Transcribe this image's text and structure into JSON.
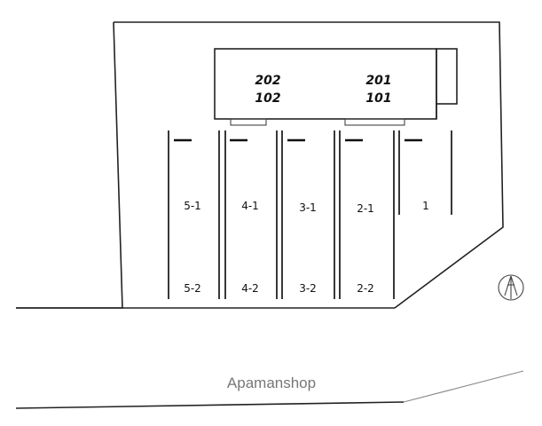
{
  "building": {
    "units": [
      {
        "id": "unit-201",
        "upper": "201",
        "lower": "101"
      },
      {
        "id": "unit-202",
        "upper": "202",
        "lower": "102"
      }
    ]
  },
  "parking": {
    "top_row": [
      "5-1",
      "4-1",
      "3-1",
      "2-1",
      "1"
    ],
    "bottom_row": [
      "5-2",
      "4-2",
      "3-2",
      "2-2"
    ]
  },
  "watermark": "Apamanshop",
  "compass": {
    "symbol": "north-arrow-icon"
  }
}
